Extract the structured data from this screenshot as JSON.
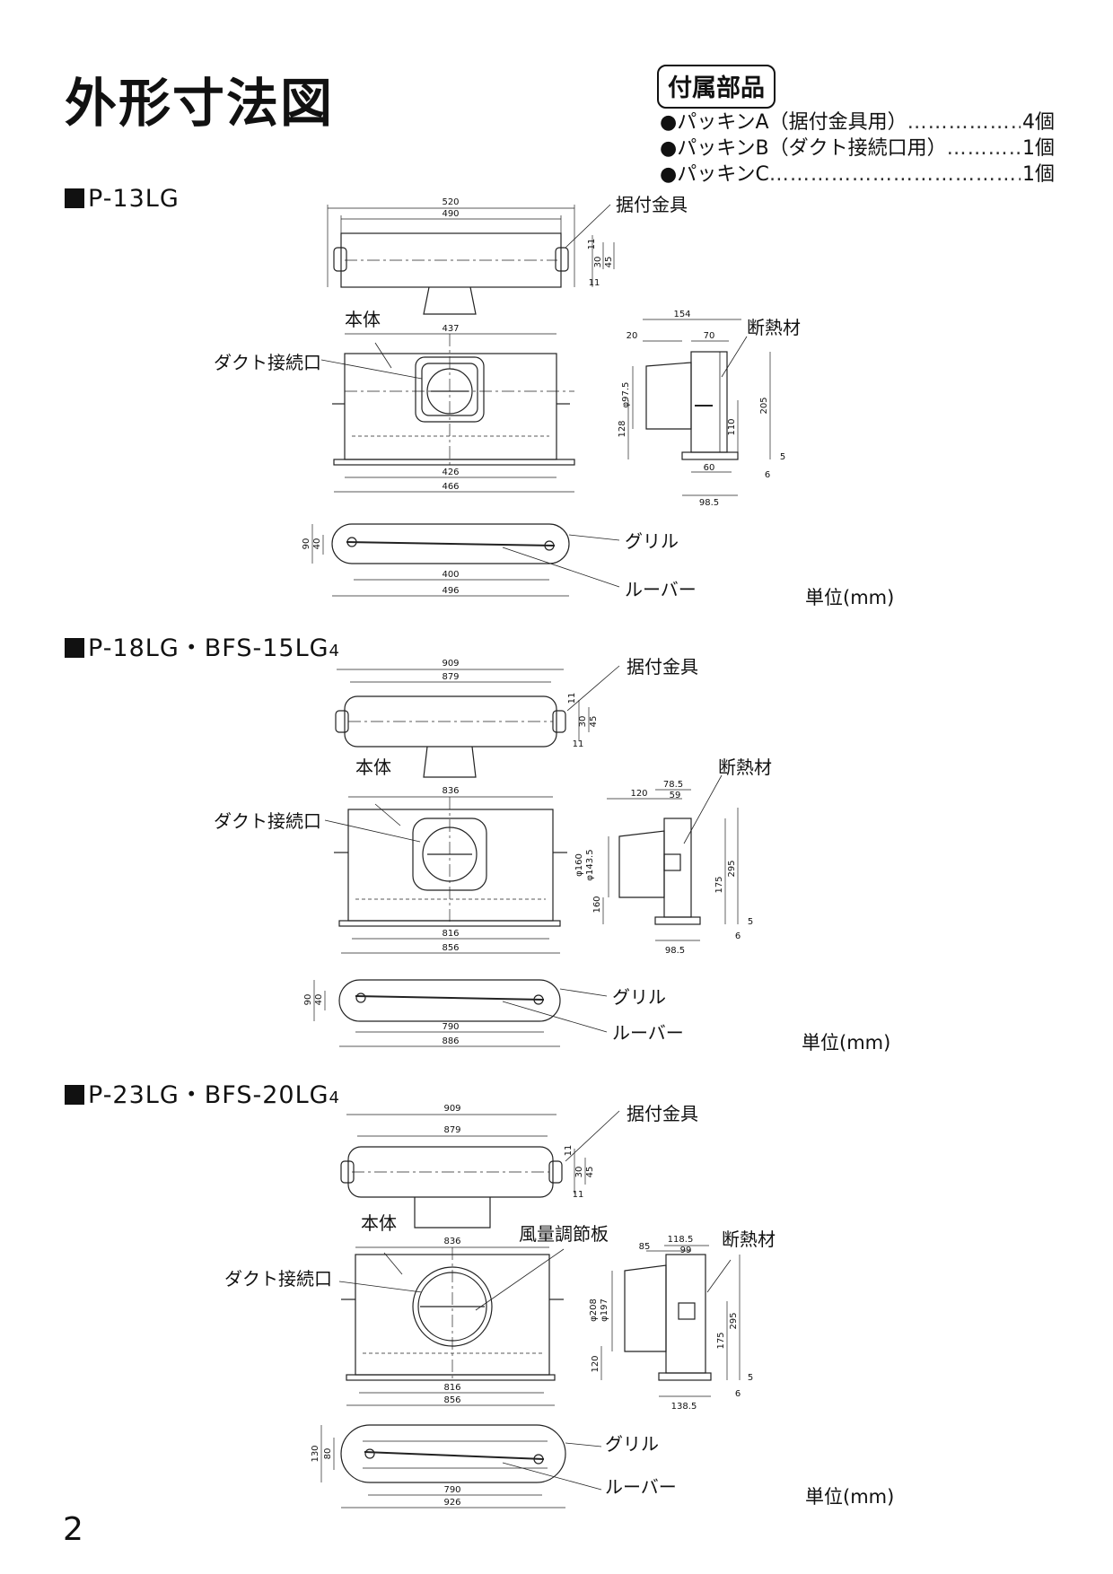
{
  "page": {
    "title": "外形寸法図",
    "page_number": "2"
  },
  "accessories": {
    "heading": "付属部品",
    "items": [
      {
        "name": "パッキンA（据付金具用）",
        "qty": "4個"
      },
      {
        "name": "パッキンB（ダクト接続口用）",
        "qty": "1個"
      },
      {
        "name": "パッキンC",
        "qty": "1個"
      }
    ]
  },
  "callouts": {
    "bracket": "据付金具",
    "body": "本体",
    "duct": "ダクト接続口",
    "insulation": "断熱材",
    "grille": "グリル",
    "louver": "ルーバー",
    "damper": "風量調節板",
    "unit": "単位(mm)"
  },
  "sections": [
    {
      "model": "P-13LG",
      "model_sub": "",
      "top": {
        "outer": "520",
        "inner": "490",
        "d1": "11",
        "d2": "30",
        "d3": "45",
        "d4": "11"
      },
      "front": {
        "top": "437",
        "bottom1": "426",
        "bottom2": "466"
      },
      "side": {
        "depth": "154",
        "flange": "20",
        "box": "70",
        "dia": "φ97.5",
        "h1": "128",
        "h2": "110",
        "h3": "205",
        "base": "60",
        "foot": "98.5",
        "s1": "5",
        "s2": "6"
      },
      "grille": {
        "h1": "90",
        "h2": "40",
        "w1": "400",
        "w2": "496"
      }
    },
    {
      "model": "P-18LG・BFS-15LG",
      "model_sub": "4",
      "top": {
        "outer": "909",
        "inner": "879",
        "d1": "11",
        "d2": "30",
        "d3": "45",
        "d4": "11"
      },
      "front": {
        "top": "836",
        "bottom1": "816",
        "bottom2": "856"
      },
      "side": {
        "depth": "78.5",
        "flange": "120",
        "box": "59",
        "dia": "φ160",
        "dia2": "φ143.5",
        "h1": "160",
        "h2": "175",
        "h3": "295",
        "foot": "98.5",
        "s1": "5",
        "s2": "6"
      },
      "grille": {
        "h1": "90",
        "h2": "40",
        "w1": "790",
        "w2": "886"
      }
    },
    {
      "model": "P-23LG・BFS-20LG",
      "model_sub": "4",
      "top": {
        "outer": "909",
        "inner": "879",
        "d1": "11",
        "d2": "30",
        "d3": "45",
        "d4": "11"
      },
      "front": {
        "top": "836",
        "bottom1": "816",
        "bottom2": "856"
      },
      "side": {
        "depth": "118.5",
        "flange": "85",
        "box": "99",
        "dia": "φ208",
        "dia2": "φ197",
        "h1": "120",
        "h2": "175",
        "h3": "295",
        "foot": "138.5",
        "s1": "5",
        "s2": "6"
      },
      "grille": {
        "h1": "130",
        "h2": "80",
        "w1": "790",
        "w2": "926"
      }
    }
  ]
}
